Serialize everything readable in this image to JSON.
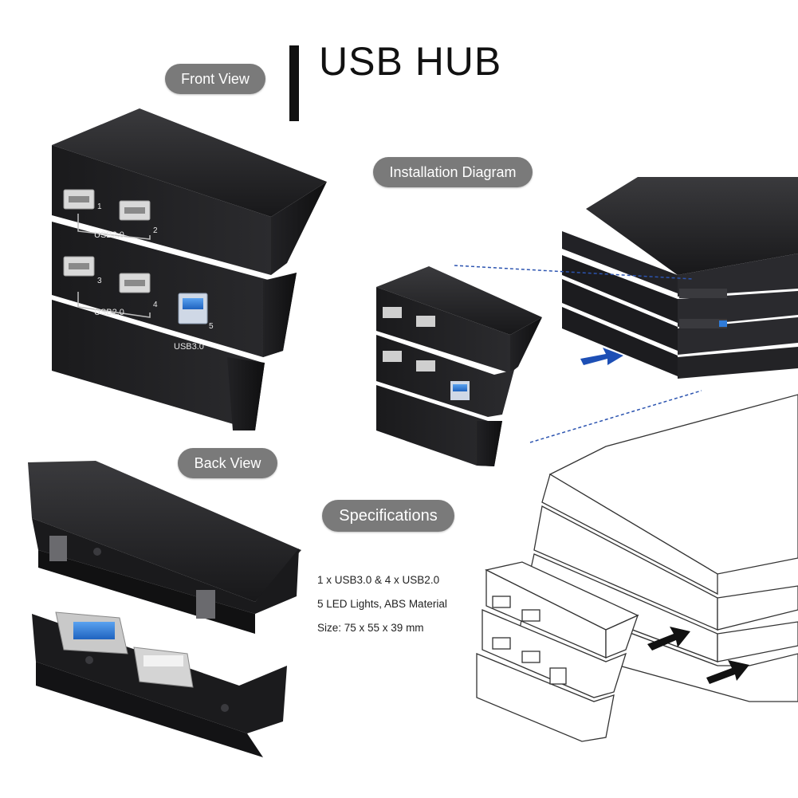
{
  "title": "USB HUB",
  "labels": {
    "front_view": "Front View",
    "back_view": "Back  View",
    "installation": "Installation Diagram",
    "specifications": "Specifications"
  },
  "specs": [
    "1 x USB3.0   &   4 x USB2.0",
    "5 LED Lights,  ABS Material",
    "Size: 75 x 55 x 39 mm"
  ],
  "front_hub": {
    "port_numbers": [
      "1",
      "2",
      "3",
      "4",
      "5"
    ],
    "group_label": "USB2.0",
    "usb3_label": "USB3.0"
  },
  "colors": {
    "pill": "#7a7a7a",
    "hub_body": "#1c1c1e",
    "usb3_blue": "#2f7bd8",
    "arrow_blue": "#1d4fb5"
  }
}
